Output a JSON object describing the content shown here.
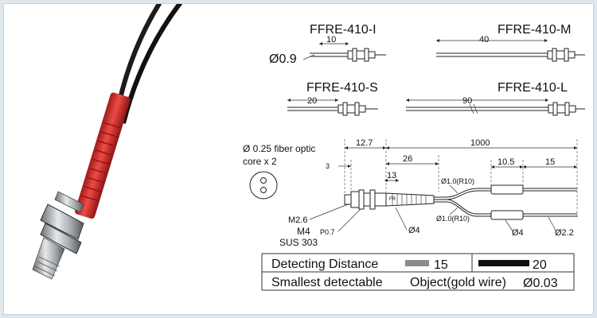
{
  "models": [
    {
      "name": "FFRE-410-I",
      "length": "10",
      "fiber_dia": "Ø0.9"
    },
    {
      "name": "FFRE-410-M",
      "length": "40"
    },
    {
      "name": "FFRE-410-S",
      "length": "20"
    },
    {
      "name": "FFRE-410-L",
      "length": "90"
    }
  ],
  "detail": {
    "core_note_line1": "Ø 0.25 fiber optic",
    "core_note_line2": "core x 2",
    "dim_12_7": "12.7",
    "dim_1000": "1000",
    "dim_26": "26",
    "dim_3": "3",
    "dim_13": "13",
    "dim_10_5": "10.5",
    "dim_15": "15",
    "fiber_dia_upper": "Ø1.0(R10)",
    "fiber_dia_lower": "Ø1.0(R10)",
    "thread_m2_6": "M2.6",
    "thread_m4": "M4",
    "pitch": "P0.7",
    "material": "SUS 303",
    "sleeve_dia": "Ø4",
    "sleeve_dia_2": "Ø4",
    "cable_dia": "Ø2.2"
  },
  "spec_table": {
    "row1_label": "Detecting  Distance",
    "row1_value_a": "15",
    "row1_value_b": "20",
    "row2_label": "Smallest  detectable",
    "row2_object": "Object(gold wire)",
    "row2_value": "Ø0.03"
  },
  "colors": {
    "sleeve_red": "#e53a36",
    "bar_gray": "#8c8c8c",
    "bar_black": "#111111"
  }
}
